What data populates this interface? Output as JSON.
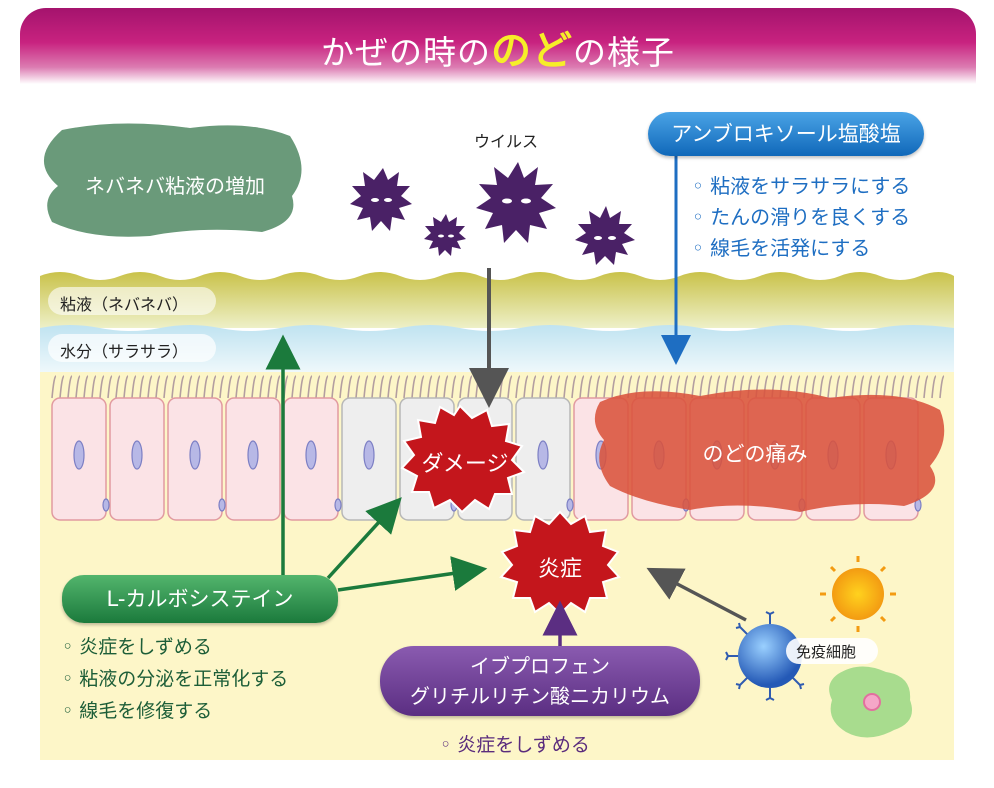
{
  "title": {
    "prefix": "かぜの時の",
    "highlight": "のど",
    "suffix": "の様子"
  },
  "labels": {
    "mucus_increase": "ネバネバ粘液の増加",
    "virus": "ウイルス",
    "mucus_layer": "粘液（ネバネバ）",
    "water_layer": "水分（サラサラ）",
    "damage": "ダメージ",
    "inflammation": "炎症",
    "throat_pain": "のどの痛み",
    "immune_cells": "免疫細胞"
  },
  "ambroxol": {
    "name": "アンブロキソール塩酸塩",
    "effects": [
      "◦ 粘液をサラサラにする",
      "◦ たんの滑りを良くする",
      "◦ 線毛を活発にする"
    ]
  },
  "lcarbocisteine": {
    "name": "L-カルボシステイン",
    "effects": [
      "◦ 炎症をしずめる",
      "◦ 粘液の分泌を正常化する",
      "◦ 線毛を修復する"
    ]
  },
  "ibuprofen": {
    "line1": "イブプロフェン",
    "line2": "グリチルリチン酸ニカリウム",
    "effects": [
      "◦ 炎症をしずめる"
    ]
  },
  "colors": {
    "magenta": "#b0186f",
    "yellow": "#f6ee28",
    "blue": "#1e6ec2",
    "green": "#1b7a3c",
    "purple": "#5b2e82",
    "red": "#c4161c",
    "virus": "#4a2166"
  }
}
